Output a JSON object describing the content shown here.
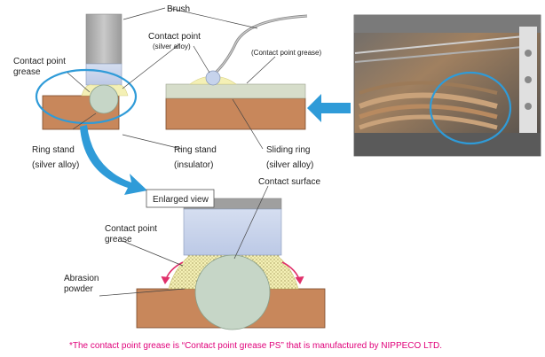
{
  "labels": {
    "brush": "Brush",
    "contact_point": "Contact point",
    "contact_point_material": "(silver alloy)",
    "contact_point_grease_top": "(Contact point grease)",
    "contact_point_grease_left_line1": "Contact point",
    "contact_point_grease_left_line2": "grease",
    "ring_stand_silver_line1": "Ring stand",
    "ring_stand_silver_line2": "(silver alloy)",
    "ring_stand_insulator_line1": "Ring stand",
    "ring_stand_insulator_line2": "(insulator)",
    "sliding_ring_line1": "Sliding ring",
    "sliding_ring_line2": "(silver alloy)",
    "enlarged_view": "Enlarged view",
    "contact_surface": "Contact surface",
    "contact_point_grease_lower_line1": "Contact point",
    "contact_point_grease_lower_line2": "grease",
    "abrasion_powder_line1": "Abrasion",
    "abrasion_powder_line2": "powder"
  },
  "footnote": "*The contact point grease is “Contact point grease PS”  that is manufactured by NIPPECO LTD.",
  "colors": {
    "brush_gray": "#a9a9a9",
    "brush_blue": "#c6d3ec",
    "ring_brown": "#c8875b",
    "contact_green": "#c6d6c7",
    "grease_yellow": "#f4f0b5",
    "highlight_blue": "#2f9bd8",
    "arrow_red": "#e0306a",
    "footnote_pink": "#e0007a"
  }
}
